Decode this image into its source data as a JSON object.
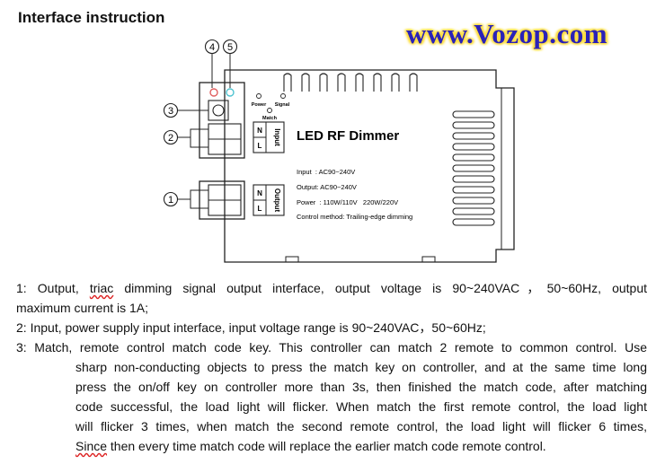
{
  "heading": "Interface instruction",
  "watermark": "www.Vozop.com",
  "device": {
    "title": "LED RF Dimmer",
    "indicator_power": "Power",
    "indicator_signal": "Signal",
    "indicator_match": "Match",
    "input_label": "Input",
    "output_label": "Output",
    "terminal_n": "N",
    "terminal_l": "L",
    "specs": [
      "Input  : AC90~240V",
      "Output: AC90~240V",
      "Power  : 110W/110V   220W/220V",
      "Control method: Trailing-edge dimming"
    ]
  },
  "callouts": [
    "1",
    "2",
    "3",
    "4",
    "5"
  ],
  "descriptions": {
    "item1_a_pre": "1: Output, ",
    "item1_a_word": "triac",
    "item1_a_post": " dimming signal output interface, output voltage is 90~240VAC，50~60Hz, output",
    "item1_b": "maximum current is 1A;",
    "item2": "2: Input, power supply input interface, input voltage range is 90~240VAC，50~60Hz;",
    "item3_a": "3: Match, remote control match code key. This controller can match 2 remote to common control. Use",
    "item3_b": "sharp non-conducting objects to press the match key on controller, and at the same time long",
    "item3_c": "press the on/off key on controller more than 3s, then finished the match code, after matching",
    "item3_d": "code successful, the load light will flicker. When match the first remote control, the load light",
    "item3_e": "will flicker 3 times, when match the second remote control, the load light will flicker 6 times,",
    "item3_f_word": "Since",
    "item3_f_post": " then every time match code will replace the earlier match code remote control."
  },
  "colors": {
    "watermark": "#2a22b8",
    "watermark_glow": "#ffe24a",
    "led_red": "#e06060",
    "led_cyan": "#4fc3d0"
  }
}
